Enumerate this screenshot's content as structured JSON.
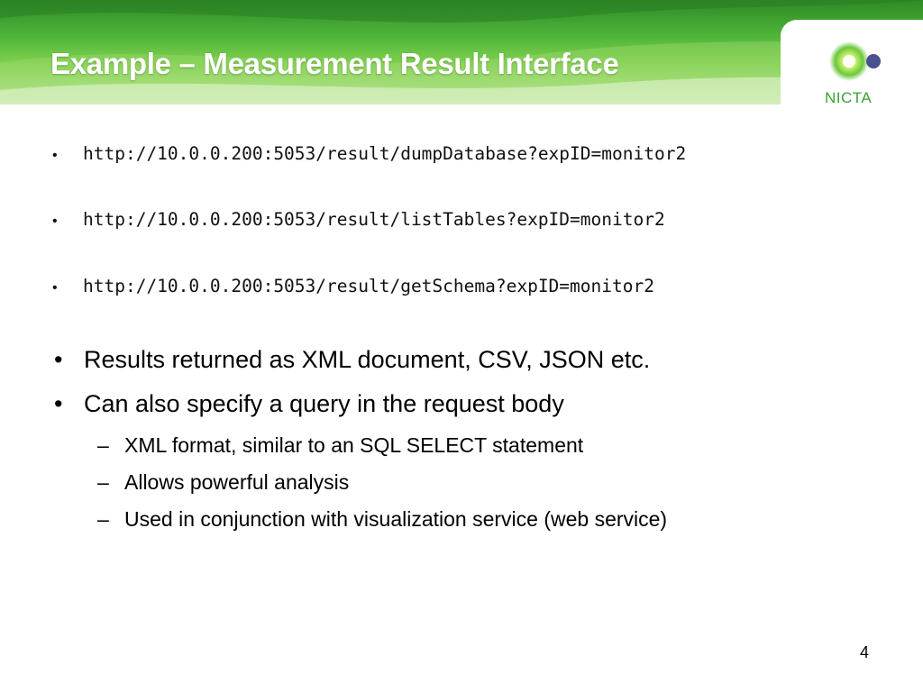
{
  "slide": {
    "title": "Example – Measurement Result Interface",
    "logo_text": "NICTA",
    "page_number": "4"
  },
  "urls": [
    "http://10.0.0.200:5053/result/dumpDatabase?expID=monitor2",
    "http://10.0.0.200:5053/result/listTables?expID=monitor2",
    "http://10.0.0.200:5053/result/getSchema?expID=monitor2"
  ],
  "bullets": [
    "Results returned as XML document, CSV, JSON etc.",
    "Can also specify a query in the request body"
  ],
  "sub_bullets": [
    "XML format, similar to an SQL SELECT statement",
    "Allows powerful analysis",
    "Used in conjunction with visualization service (web service)"
  ],
  "symbols": {
    "bullet": "•",
    "dash": "–"
  },
  "colors": {
    "header_green": "#4fb53a",
    "logo_green": "#3aa137",
    "logo_dot_dark": "#4a4f8f"
  },
  "icons": {
    "logo": "nicta-logo-icon"
  }
}
